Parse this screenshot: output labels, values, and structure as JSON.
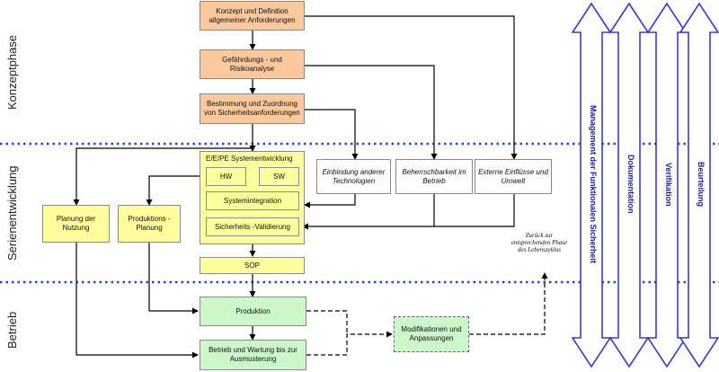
{
  "phases": {
    "konzept": "Konzeptphase",
    "serie": "Serienentwicklung",
    "betrieb": "Betrieb"
  },
  "boxes": {
    "konzept_def": "Konzept und Definition allgemeiner Anforderungen",
    "gefahr": "Gefährdungs - und Risikoanalyse",
    "bestimmung": "Bestimmung und Zuordnung von Sicherheitsanforderungen",
    "system_group": "E/E/PE Systementwicklung",
    "hw": "HW",
    "sw": "SW",
    "systemintegration": "Systemintegration",
    "validierung": "Sicherheits -Validierung",
    "sop": "SOP",
    "planung_nutzung": "Planung der Nutzung",
    "produktionsplanung": "Produktions - Planung",
    "einbindung": "Einbindung anderer Technologien",
    "beherrschbarkeit": "Beherrschbarkeit im Betrieb",
    "externe": "Externe Einflüsse und Umwelt",
    "produktion": "Produktion",
    "betrieb_wartung": "Betrieb und Wartung bis zur Ausmusterung",
    "modifikationen": "Modifikationen und Anpassungen"
  },
  "note_zurueck": "Zurück zur entsprechenden Phase des Lebenszyklus",
  "side_arrows": [
    "Management der Funktionalen Sicherheit",
    "Dokumentation",
    "Verifikation",
    "Beurteilung"
  ],
  "colors": {
    "concept": "#fbc99b",
    "development": "#fefe9c",
    "operation": "#ccf7cb",
    "phase_separator": "#2244dd",
    "side_arrow_outline": "#3a3ad0",
    "side_arrow_text": "#1a1ab4"
  }
}
